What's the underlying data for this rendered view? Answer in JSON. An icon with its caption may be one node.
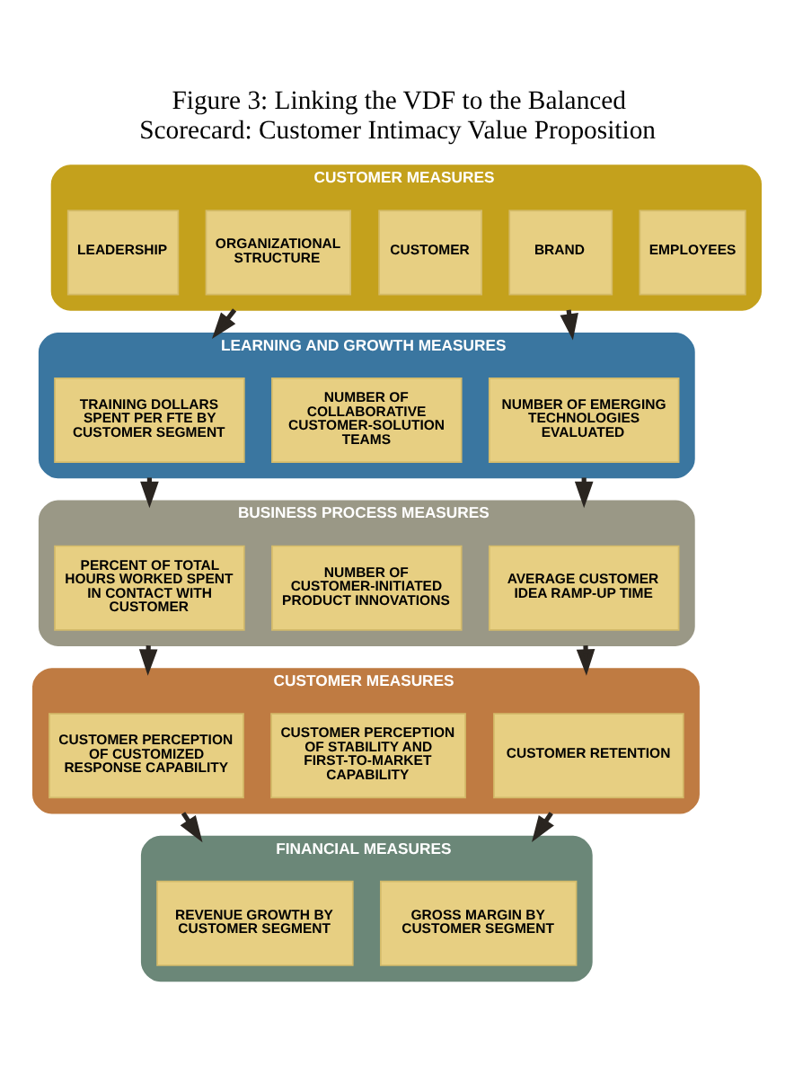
{
  "diagram": {
    "title": "Figure 3: Linking the VDF to the Balanced Scorecard: Customer Intimacy Value Proposition",
    "nodes": [
      {
        "text": [
          "CUSTOMER MEASURES"
        ]
      },
      {
        "text": [
          "LEADERSHIP"
        ],
        "in": 0
      },
      {
        "text": [
          "ORGANIZATIONAL STRUCTURE"
        ],
        "in": 0
      },
      {
        "text": [
          "CUSTOMER"
        ],
        "in": 0
      },
      {
        "text": [
          "BRAND"
        ],
        "in": 0
      },
      {
        "text": [
          "EMPLOYEES"
        ],
        "in": 0
      },
      {
        "text": [
          "LEARNING AND GROWTH MEASURES"
        ]
      },
      {
        "text": [
          "TRAINING DOLLARS SPENT PER FTE BY CUSTOMER SEGMENT"
        ],
        "in": 6
      },
      {
        "text": [
          "NUMBER OF COLLABORATIVE CUSTOMER-SOLUTION TEAMS"
        ],
        "in": 6
      },
      {
        "text": [
          "NUMBER OF EMERGING TECHNOLOGIES EVALUATED"
        ],
        "in": 6
      },
      {
        "text": [
          "BUSINESS PROCESS MEASURES"
        ]
      },
      {
        "text": [
          "PERCENT OF TOTAL HOURS WORKED SPENT IN CONTACT WITH CUSTOMER"
        ],
        "in": 10
      },
      {
        "text": [
          "NUMBER OF CUSTOMER-INITIATED PRODUCT INNOVATIONS"
        ],
        "in": 10
      },
      {
        "text": [
          "AVERAGE CUSTOMER IDEA RAMP-UP TIME"
        ],
        "in": 10
      },
      {
        "text": [
          "CUSTOMER MEASURES"
        ]
      },
      {
        "text": [
          "CUSTOMER PERCEPTION OF CUSTOMIZED RESPONSE CAPABILITY"
        ],
        "in": 14
      },
      {
        "text": [
          "CUSTOMER PERCEPTION OF STABILITY AND FIRST-TO-MARKET CAPABILITY"
        ],
        "in": 14
      },
      {
        "text": [
          "CUSTOMER RETENTION"
        ],
        "in": 14
      },
      {
        "text": [
          "FINANCIAL MEASURES"
        ]
      },
      {
        "text": [
          "REVENUE GROWTH BY CUSTOMER SEGMENT"
        ],
        "in": 18
      },
      {
        "text": [
          "GROSS MARGIN BY CUSTOMER SEGMENT"
        ],
        "in": 18
      }
    ],
    "edges": [
      {
        "from": 0,
        "to": 6,
        "arrow": "to"
      },
      {
        "from": 0,
        "to": 6,
        "arrow": "to"
      },
      {
        "from": 6,
        "to": 10,
        "arrow": "to"
      },
      {
        "from": 6,
        "to": 10,
        "arrow": "to"
      },
      {
        "from": 10,
        "to": 14,
        "arrow": "to"
      },
      {
        "from": 10,
        "to": 14,
        "arrow": "to"
      },
      {
        "from": 14,
        "to": 18,
        "arrow": "to"
      },
      {
        "from": 14,
        "to": 18,
        "arrow": "to"
      }
    ]
  }
}
